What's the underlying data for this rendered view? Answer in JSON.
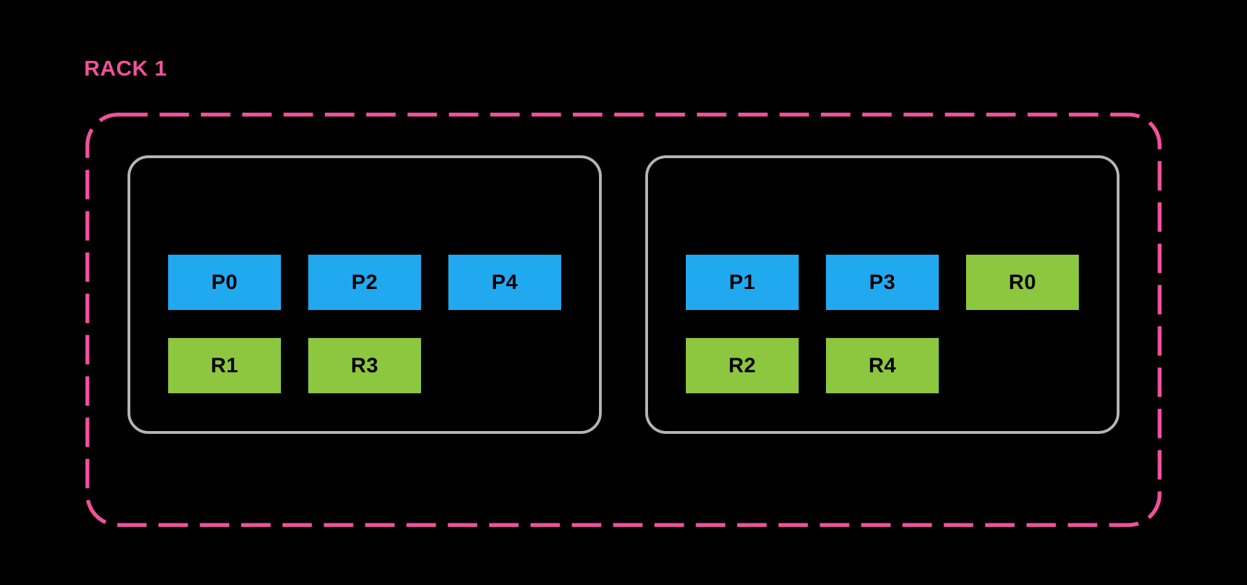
{
  "colors": {
    "background": "#000000",
    "pink": "#F0519C",
    "gray_border": "#B5B5B5",
    "blue_primary": "#21A9F0",
    "green_replica": "#8DC63F",
    "box_text": "#000000"
  },
  "rack": {
    "label": "RACK 1",
    "nodes": [
      {
        "id": "node-1",
        "boxes": [
          {
            "label": "P0",
            "type": "primary",
            "row": 0,
            "col": 0
          },
          {
            "label": "P2",
            "type": "primary",
            "row": 0,
            "col": 1
          },
          {
            "label": "P4",
            "type": "primary",
            "row": 0,
            "col": 2
          },
          {
            "label": "R1",
            "type": "replica",
            "row": 1,
            "col": 0
          },
          {
            "label": "R3",
            "type": "replica",
            "row": 1,
            "col": 1
          }
        ]
      },
      {
        "id": "node-2",
        "boxes": [
          {
            "label": "P1",
            "type": "primary",
            "row": 0,
            "col": 0
          },
          {
            "label": "P3",
            "type": "primary",
            "row": 0,
            "col": 1
          },
          {
            "label": "R0",
            "type": "replica",
            "row": 0,
            "col": 2
          },
          {
            "label": "R2",
            "type": "replica",
            "row": 1,
            "col": 0
          },
          {
            "label": "R4",
            "type": "replica",
            "row": 1,
            "col": 1
          }
        ]
      }
    ]
  }
}
